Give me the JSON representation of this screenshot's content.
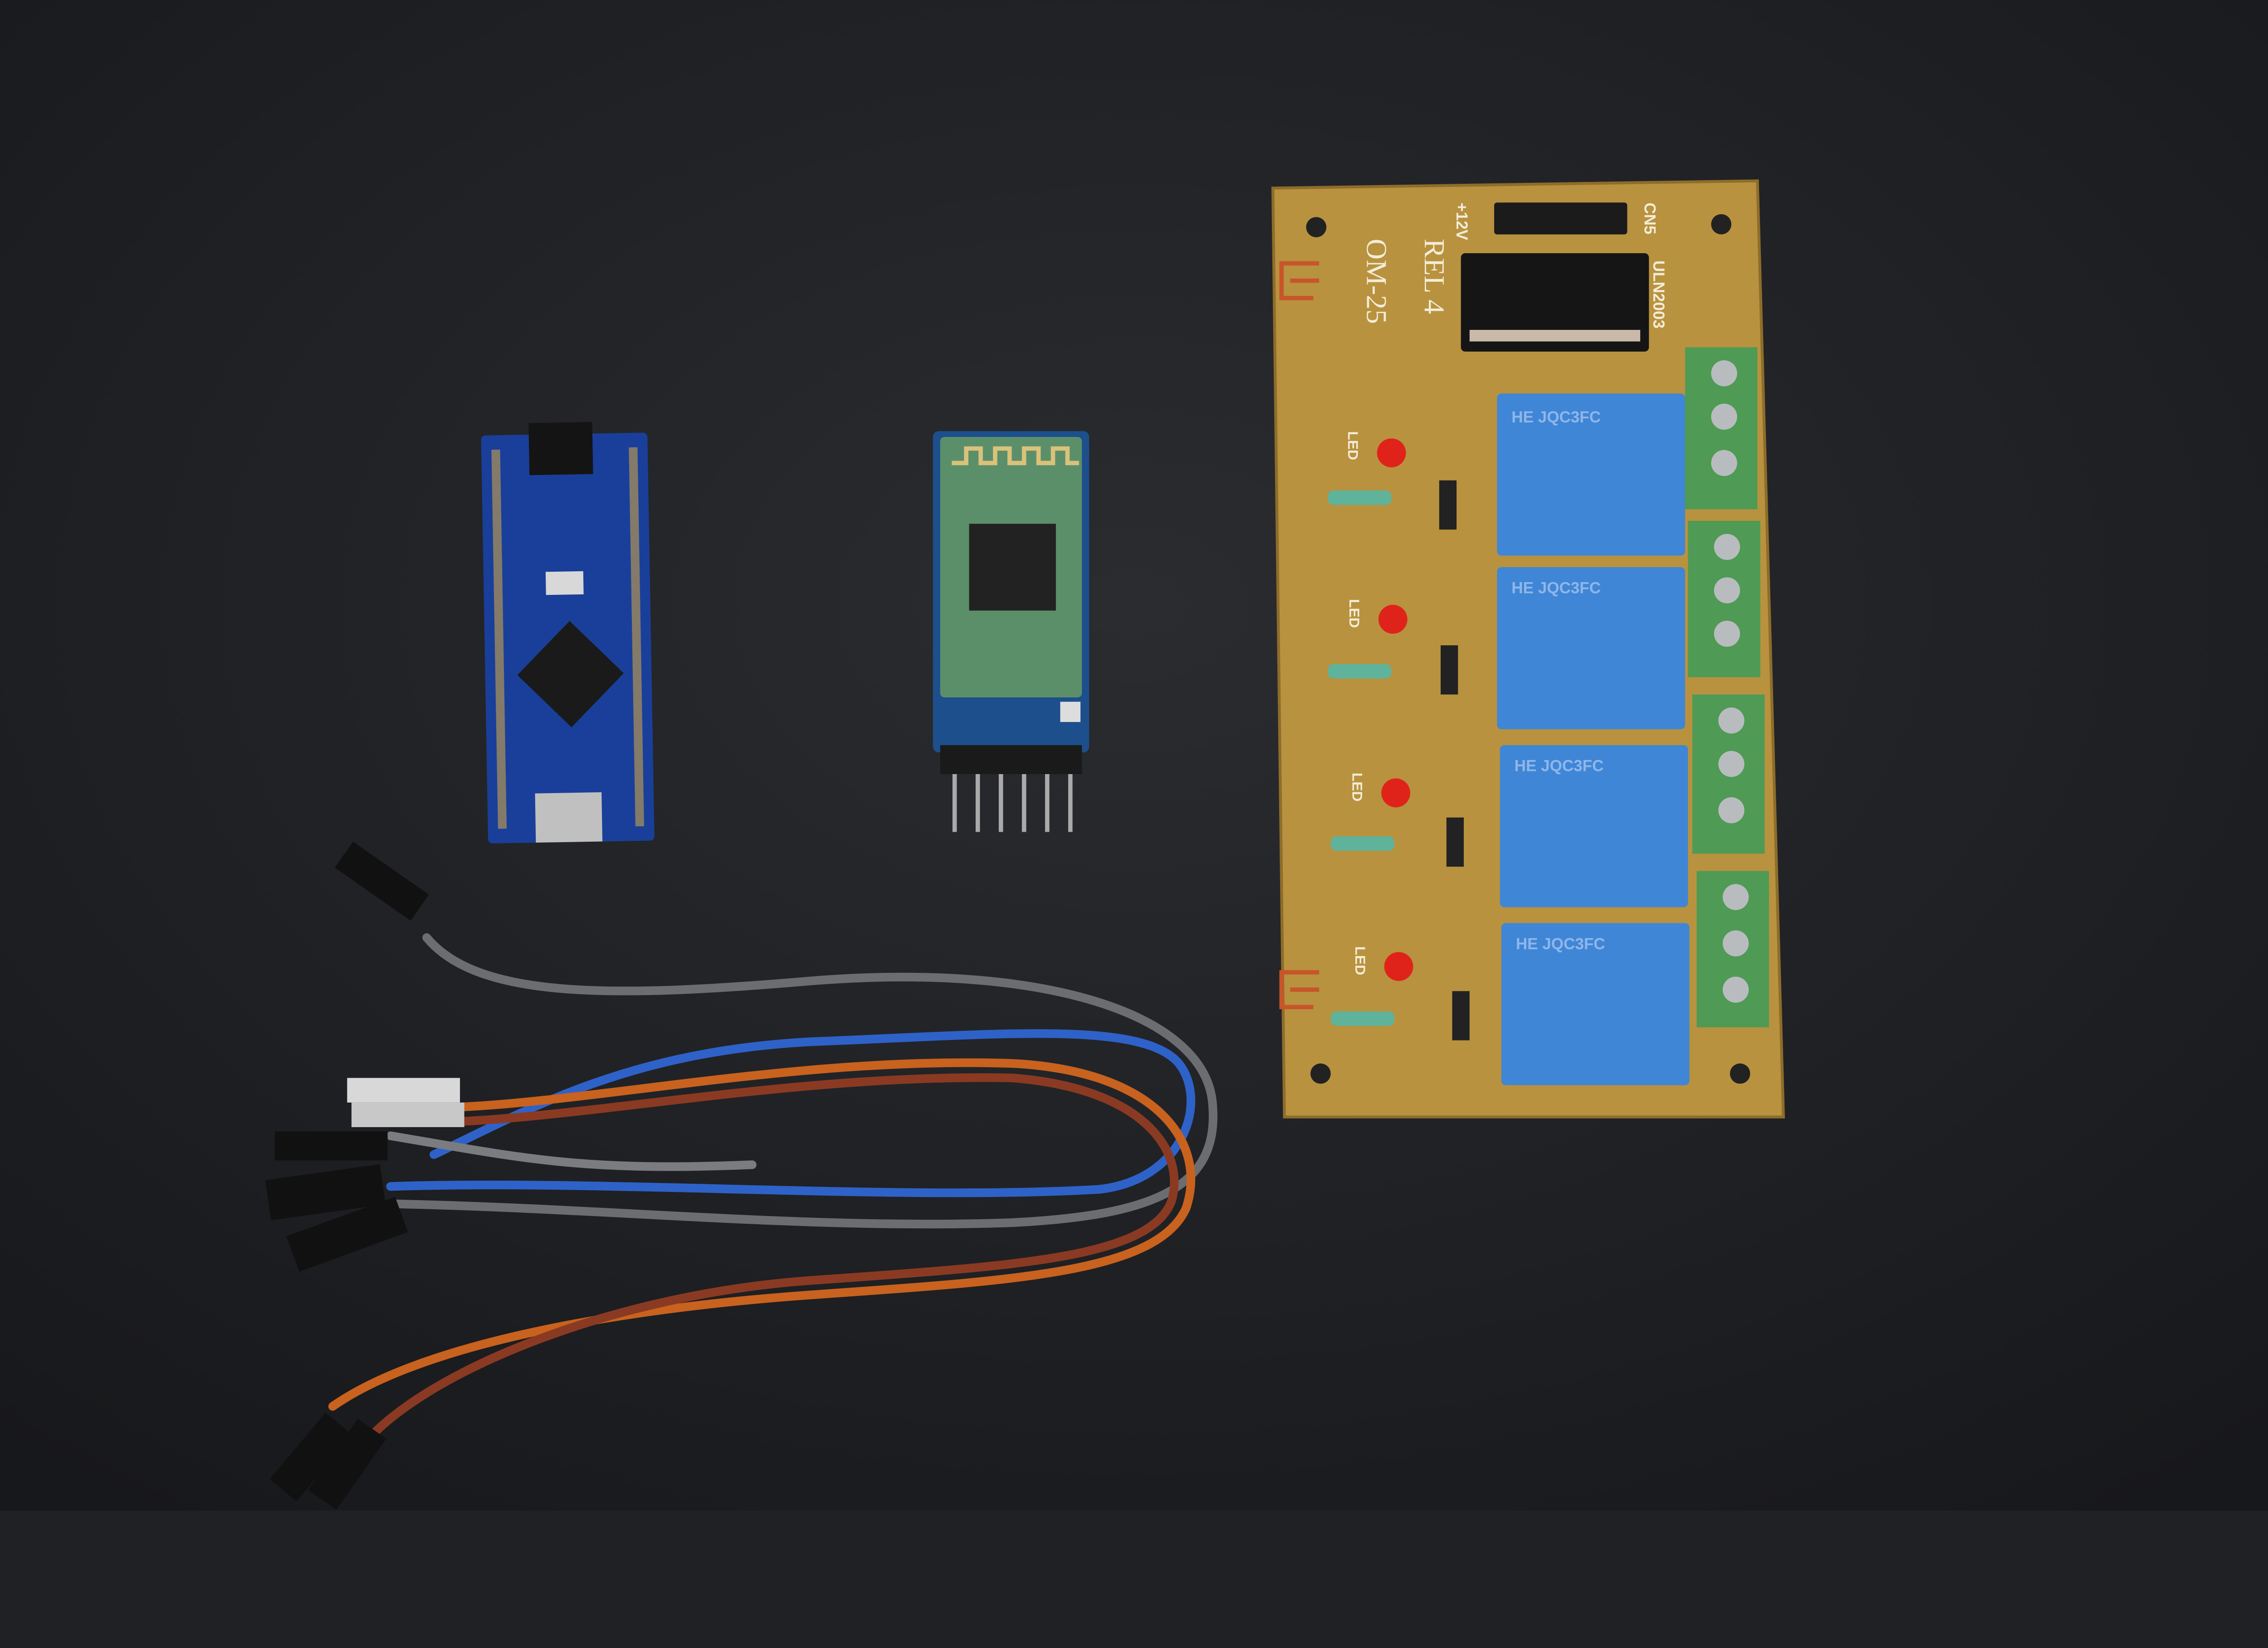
{
  "colors": {
    "background": "#1f2124",
    "pcb": "#b8923e",
    "relay": "#3f86d6",
    "terminal": "#4f9a55",
    "arduino": "#1a3f9a",
    "bluetooth": "#1d4f8c",
    "wire_gray": "#6b6d70",
    "wire_blue": "#2f62c8",
    "wire_orange": "#c8621e",
    "wire_brown": "#8a3a22"
  },
  "relay_board": {
    "title": "REL 4",
    "model": "OM-25",
    "ic_label": "ULN2003",
    "connector_label": "CN5",
    "power_label": "+12V",
    "led_labels": [
      "LED",
      "LED",
      "LED",
      "LED"
    ],
    "relay_labels": [
      "HE JQC3FC",
      "HE JQC3FC",
      "HE JQC3FC",
      "HE JQC3FC"
    ]
  }
}
